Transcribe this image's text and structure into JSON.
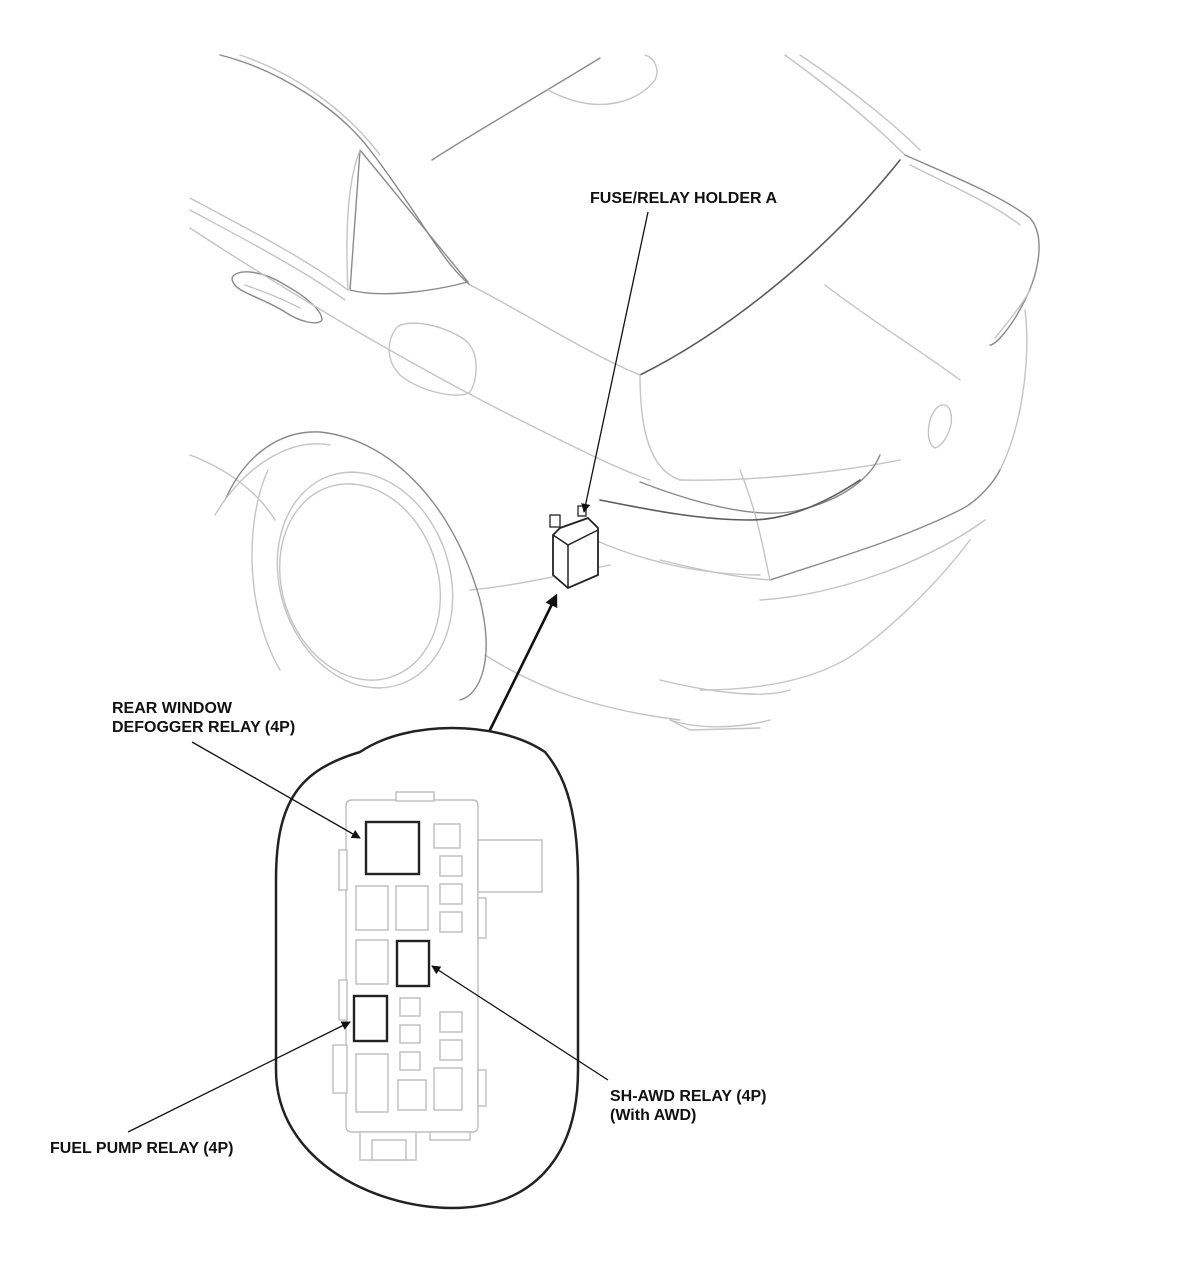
{
  "labels": {
    "holder": "FUSE/RELAY HOLDER A",
    "defogger_line1": "REAR WINDOW",
    "defogger_line2": "DEFOGGER RELAY (4P)",
    "shawd_line1": "SH-AWD RELAY (4P)",
    "shawd_line2": "(With AWD)",
    "fuel_pump": "FUEL PUMP RELAY (4P)"
  },
  "colors": {
    "line_light": "#c4c4c4",
    "line_dark": "#222222",
    "text": "#111111"
  }
}
